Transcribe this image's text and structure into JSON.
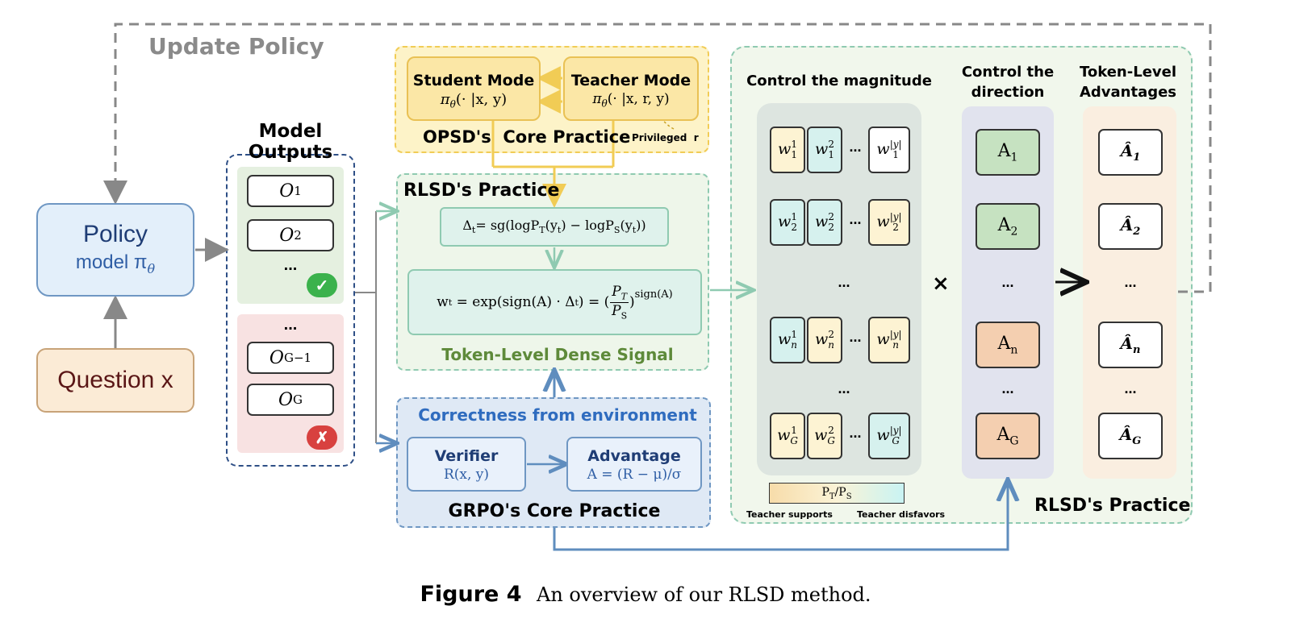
{
  "update_policy": "Update Policy",
  "policy": {
    "title": "Policy",
    "subtitle": "model π",
    "sub": "θ"
  },
  "question": "Question x",
  "model_outputs": {
    "title": "Model Outputs",
    "o1": "O",
    "o1_sub": "1",
    "o2": "O",
    "o2_sub": "2",
    "dots1": "...",
    "dots2": "...",
    "oG1": "O",
    "oG1_sub": "G−1",
    "oG": "O",
    "oG_sub": "G",
    "check": "✓",
    "cross": "✗"
  },
  "opsd": {
    "title": "OPSD's  Core Practice",
    "student_title": "Student Mode",
    "student_formula": "π",
    "student_args": "(· |x, y)",
    "teacher_title": "Teacher Mode",
    "teacher_formula": "π",
    "teacher_args": "(· |x, r, y)",
    "theta": "θ",
    "privileged": "Privileged  r"
  },
  "rlsd_left": {
    "title": "RLSD's Practice",
    "delta_formula": "Δ",
    "delta_rest": "= sg(logP",
    "delta_t": "t",
    "delta_T": "T",
    "delta_yt": "(y",
    "delta_mid": ") − logP",
    "delta_S": "S",
    "delta_end": "))",
    "w_formula": "w",
    "w_rest": " = exp(sign(A) · Δ",
    "w_eq": ") = (",
    "w_num": "P",
    "w_numsub": "T",
    "w_den": "P",
    "w_densub": "S",
    "w_close": ")",
    "w_exp": "sign(A)",
    "signal": "Token-Level Dense Signal"
  },
  "grpo": {
    "correctness": "Correctness from environment",
    "verifier_title": "Verifier",
    "verifier_formula": "R(x, y)",
    "adv_title": "Advantage",
    "adv_formula": "A = (R − μ)/σ",
    "title": "GRPO's Core Practice"
  },
  "magnitude": {
    "title": "Control the magnitude",
    "w": "w",
    "sup1": "1",
    "sup2": "2",
    "supy": "|y|",
    "sub1": "1",
    "sub2": "2",
    "subn": "n",
    "subG": "G",
    "dots": "...",
    "dots_mid": "...",
    "dots_low": "...",
    "legend_label": "P",
    "legend_T": "T",
    "legend_S": "S",
    "legend_sep": "/",
    "teacher_supports": "Teacher supports",
    "teacher_disfavors": "Teacher disfavors"
  },
  "times": "×",
  "direction": {
    "title1": "Control the",
    "title2": "direction",
    "A": "A",
    "s1": "1",
    "s2": "2",
    "sn": "n",
    "sG": "G",
    "dots": "...",
    "dots2": "..."
  },
  "advantages": {
    "title1": "Token-Level",
    "title2": "Advantages",
    "A": "Â",
    "s1": "1",
    "s2": "2",
    "sn": "n",
    "sG": "G",
    "dots": "...",
    "dots2": "..."
  },
  "rlsd_right": "RLSD's Practice",
  "caption": {
    "label": "Figure 4",
    "text": "An overview of our RLSD method."
  },
  "colors": {
    "policy_bg": "#e3effa",
    "policy_border": "#6f97c3",
    "question_bg": "#fbebd6",
    "question_border": "#c8a378",
    "opsd_bg": "#fdf3c8",
    "opsd_border": "#f1cc55",
    "rlsd_bg": "#eef6ea",
    "rlsd_border": "#8fcab1",
    "grpo_bg": "#dfe9f5",
    "grpo_border": "#6f97c3",
    "greenA": "#c6e2c1",
    "orangeA": "#f4cfb0"
  }
}
